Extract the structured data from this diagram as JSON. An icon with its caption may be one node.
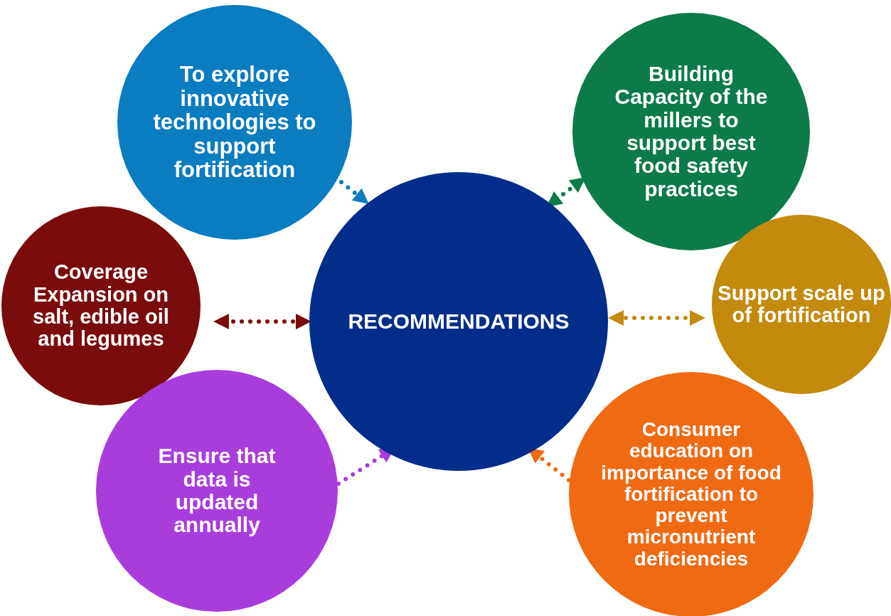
{
  "diagram": {
    "nodes": [
      {
        "text": [
          "To explore innovative technologies to support fortification"
        ]
      },
      {
        "text": [
          "Building Capacity of the millers to support best food safety practices"
        ]
      },
      {
        "text": [
          "Coverage Expansion on salt, edible oil and legumes"
        ]
      },
      {
        "text": [
          "RECOMMENDATIONS"
        ]
      },
      {
        "text": [
          "Support scale up of fortification"
        ]
      },
      {
        "text": [
          "Ensure that data is updated annually"
        ]
      },
      {
        "text": [
          "Consumer education on importance of food fortification to prevent micronutrient deficiencies"
        ]
      }
    ],
    "edges": [
      {
        "from": 0,
        "to": 3,
        "arrow": "to",
        "style": "dashed",
        "color": "#0a7cc0"
      },
      {
        "from": 1,
        "to": 3,
        "arrow": "both",
        "style": "dashed",
        "color": "#0d7a4a"
      },
      {
        "from": 2,
        "to": 3,
        "arrow": "both",
        "style": "dashed",
        "color": "#7a0c0c"
      },
      {
        "from": 4,
        "to": 3,
        "arrow": "both",
        "style": "dashed",
        "color": "#c38a0c"
      },
      {
        "from": 5,
        "to": 3,
        "arrow": "to",
        "style": "dashed",
        "color": "#a93ddc"
      },
      {
        "from": 6,
        "to": 3,
        "arrow": "to",
        "style": "dashed",
        "color": "#f06a12"
      }
    ]
  }
}
